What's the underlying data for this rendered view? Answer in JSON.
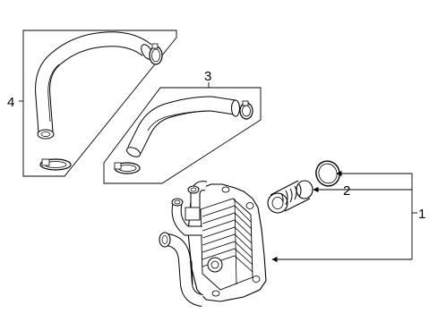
{
  "callouts": {
    "one": "1",
    "two": "2",
    "three": "3",
    "four": "4"
  }
}
